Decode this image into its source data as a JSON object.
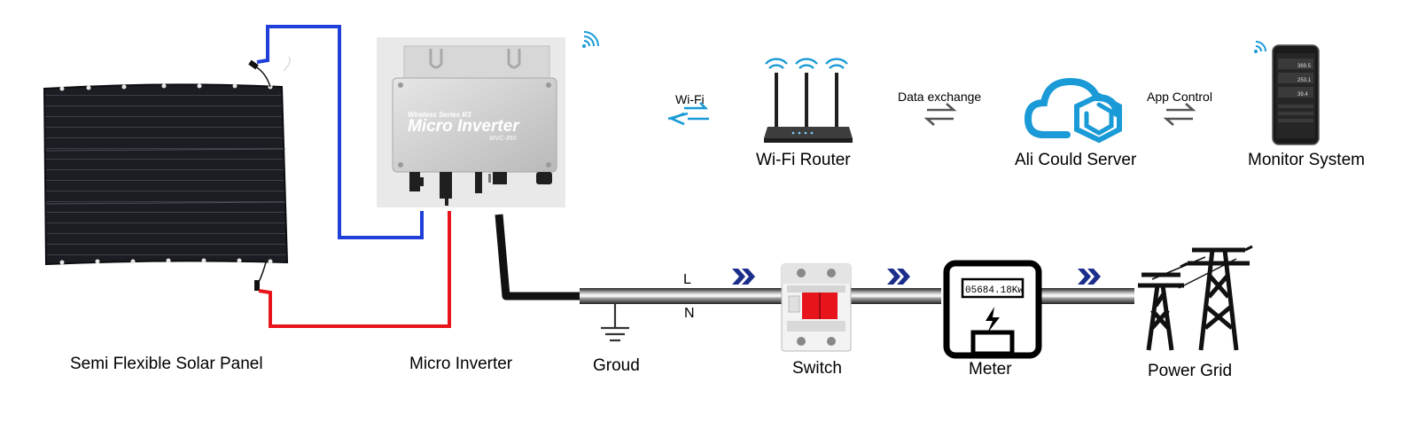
{
  "labels": {
    "solar_panel": "Semi Flexible Solar Panel",
    "micro_inverter": "Micro Inverter",
    "ground": "Groud",
    "switch": "Switch",
    "meter": "Meter",
    "power_grid": "Power Grid",
    "wifi_router": "Wi-Fi Router",
    "cloud_server": "Ali Could Server",
    "monitor_system": "Monitor System"
  },
  "links": {
    "wifi": "Wi-Fi",
    "data_exchange": "Data exchange",
    "app_control": "App Control"
  },
  "wire_labels": {
    "live": "L",
    "neutral": "N"
  },
  "inverter_device": {
    "series": "Wireless Series R3",
    "name": "Micro Inverter",
    "model": "WVC-350"
  },
  "meter_reading": "05684.18Kw",
  "phone_values": [
    "369.5",
    "253.1",
    "39.4"
  ],
  "colors": {
    "dc_positive": "#1e3fd8",
    "dc_negative": "#e8141c",
    "wifi_accent": "#1a9ad6",
    "flow_arrow": "#1c2e8c",
    "breaker_red": "#e8141c",
    "cloud_blue": "#1a9ad6"
  }
}
